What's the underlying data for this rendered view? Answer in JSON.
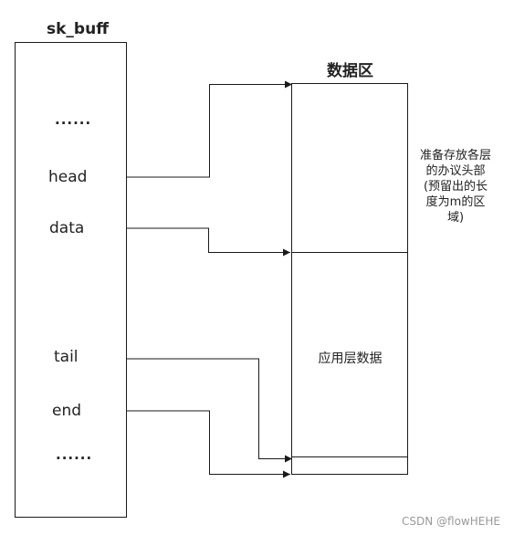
{
  "sk_buff": {
    "title": "sk_buff",
    "ellipsis_top": "......",
    "fields": {
      "head": "head",
      "data": "data",
      "tail": "tail",
      "end": "end"
    },
    "ellipsis_bottom": "......"
  },
  "data_area": {
    "title": "数据区",
    "header_note_lines": [
      "准备存放各层",
      "的办议头部",
      "(预留出的长",
      "度为m的区",
      "域)"
    ],
    "payload_label": "应用层数据"
  },
  "watermark": "CSDN @flowHEHE"
}
